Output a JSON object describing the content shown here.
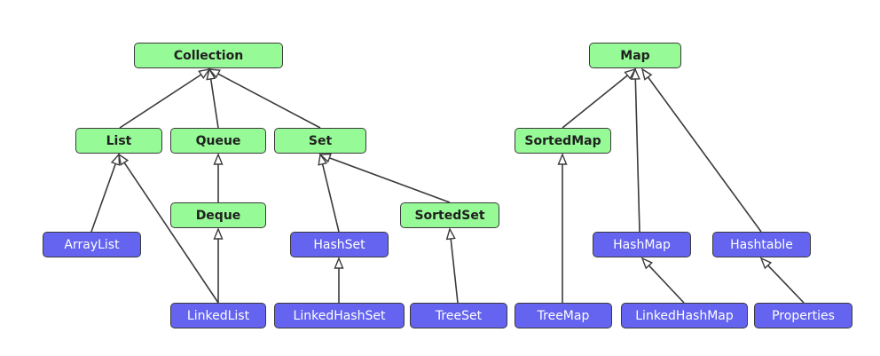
{
  "diagram": {
    "nodes": {
      "collection": {
        "label": "Collection",
        "kind": "interface"
      },
      "list": {
        "label": "List",
        "kind": "interface"
      },
      "queue": {
        "label": "Queue",
        "kind": "interface"
      },
      "set": {
        "label": "Set",
        "kind": "interface"
      },
      "deque": {
        "label": "Deque",
        "kind": "interface"
      },
      "sortedset": {
        "label": "SortedSet",
        "kind": "interface"
      },
      "arraylist": {
        "label": "ArrayList",
        "kind": "class"
      },
      "hashset": {
        "label": "HashSet",
        "kind": "class"
      },
      "linkedlist": {
        "label": "LinkedList",
        "kind": "class"
      },
      "linkedhashset": {
        "label": "LinkedHashSet",
        "kind": "class"
      },
      "treeset": {
        "label": "TreeSet",
        "kind": "class"
      },
      "map": {
        "label": "Map",
        "kind": "interface"
      },
      "sortedmap": {
        "label": "SortedMap",
        "kind": "interface"
      },
      "hashmap": {
        "label": "HashMap",
        "kind": "class"
      },
      "hashtable": {
        "label": "Hashtable",
        "kind": "class"
      },
      "treemap": {
        "label": "TreeMap",
        "kind": "class"
      },
      "linkedhashmap": {
        "label": "LinkedHashMap",
        "kind": "class"
      },
      "properties": {
        "label": "Properties",
        "kind": "class"
      }
    },
    "edges": [
      {
        "from": "list",
        "to": "collection"
      },
      {
        "from": "queue",
        "to": "collection"
      },
      {
        "from": "set",
        "to": "collection"
      },
      {
        "from": "deque",
        "to": "queue"
      },
      {
        "from": "arraylist",
        "to": "list"
      },
      {
        "from": "linkedlist",
        "to": "list"
      },
      {
        "from": "linkedlist",
        "to": "deque"
      },
      {
        "from": "hashset",
        "to": "set"
      },
      {
        "from": "sortedset",
        "to": "set"
      },
      {
        "from": "linkedhashset",
        "to": "hashset"
      },
      {
        "from": "treeset",
        "to": "sortedset"
      },
      {
        "from": "sortedmap",
        "to": "map"
      },
      {
        "from": "hashmap",
        "to": "map"
      },
      {
        "from": "hashtable",
        "to": "map"
      },
      {
        "from": "treemap",
        "to": "sortedmap"
      },
      {
        "from": "linkedhashmap",
        "to": "hashmap"
      },
      {
        "from": "properties",
        "to": "hashtable"
      }
    ],
    "colors": {
      "interface_fill": "#96fa96",
      "class_fill": "#6464f0",
      "border": "#3a3a3a",
      "edge": "#3a3a3a"
    }
  }
}
